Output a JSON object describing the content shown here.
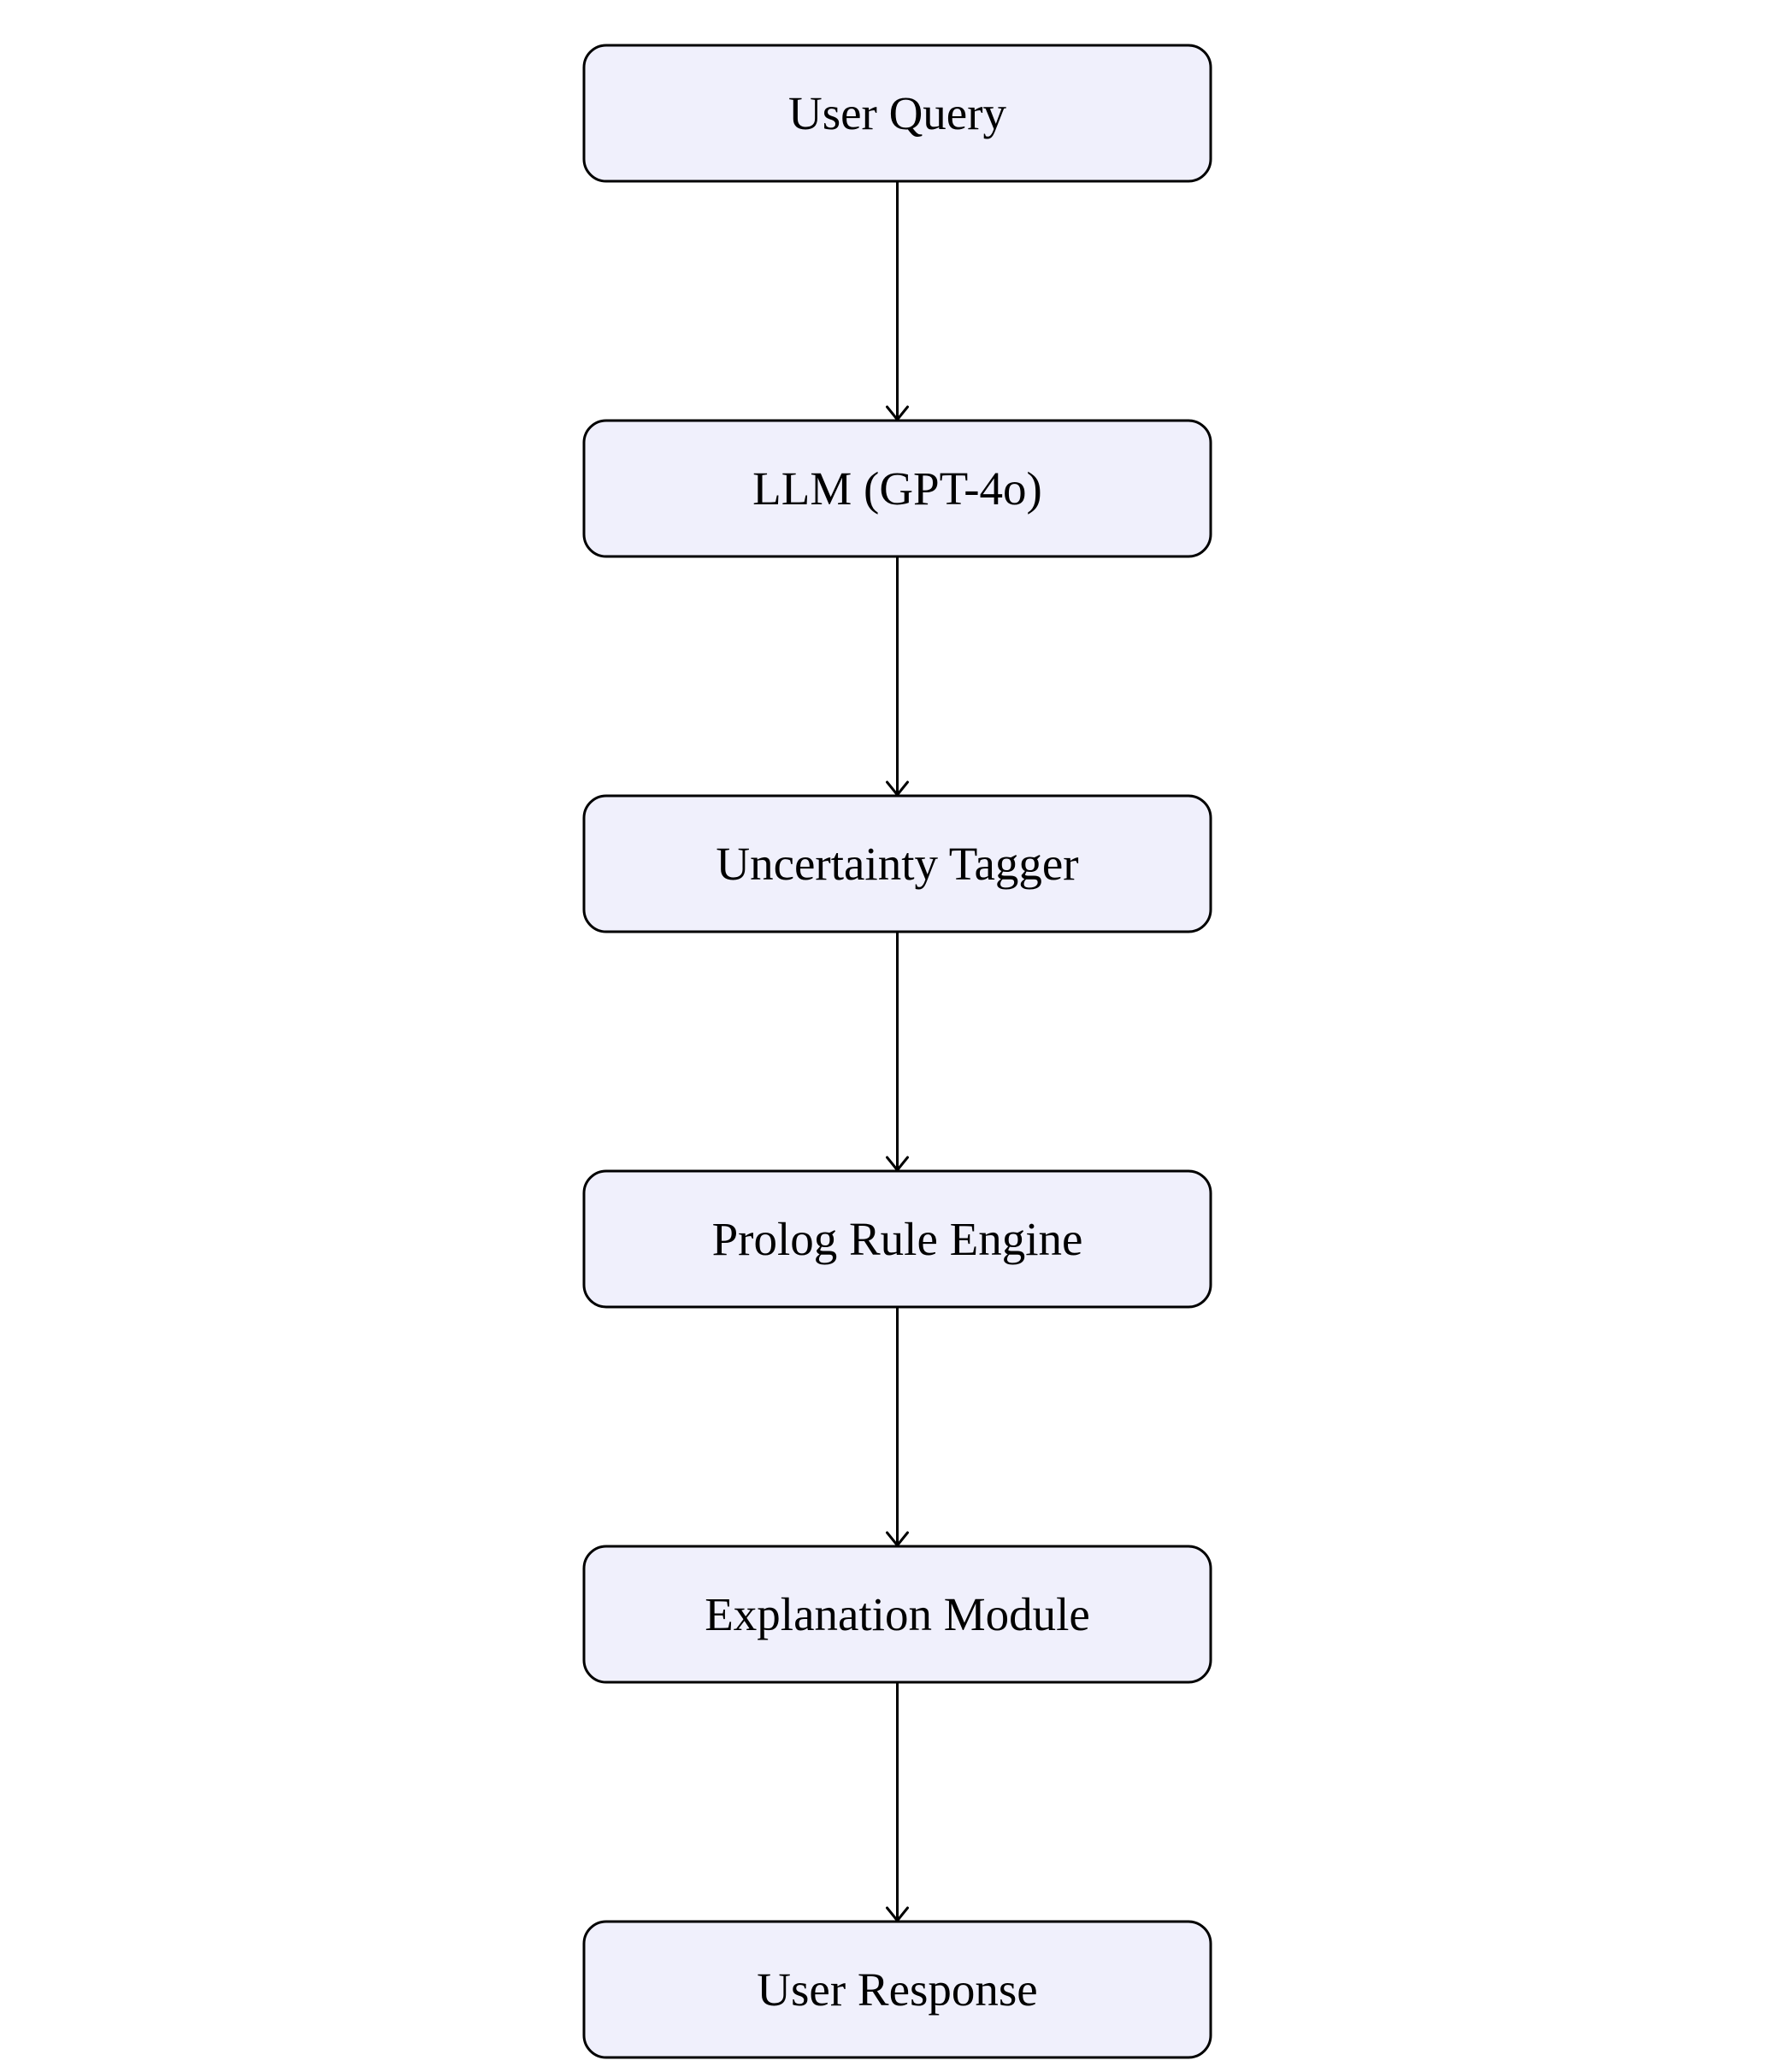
{
  "diagram": {
    "type": "flowchart",
    "direction": "top-to-bottom",
    "colors": {
      "node_fill": "#f0f0fc",
      "node_stroke": "#000000",
      "edge": "#000000",
      "text": "#000000"
    },
    "nodes": [
      {
        "id": "user_query",
        "label": "User Query"
      },
      {
        "id": "llm",
        "label": "LLM (GPT-4o)"
      },
      {
        "id": "uncertainty_tagger",
        "label": "Uncertainty Tagger"
      },
      {
        "id": "prolog_rule_engine",
        "label": "Prolog Rule Engine"
      },
      {
        "id": "explanation_module",
        "label": "Explanation Module"
      },
      {
        "id": "user_response",
        "label": "User Response"
      }
    ],
    "edges": [
      {
        "from": "user_query",
        "to": "llm"
      },
      {
        "from": "llm",
        "to": "uncertainty_tagger"
      },
      {
        "from": "uncertainty_tagger",
        "to": "prolog_rule_engine"
      },
      {
        "from": "prolog_rule_engine",
        "to": "explanation_module"
      },
      {
        "from": "explanation_module",
        "to": "user_response"
      }
    ]
  }
}
